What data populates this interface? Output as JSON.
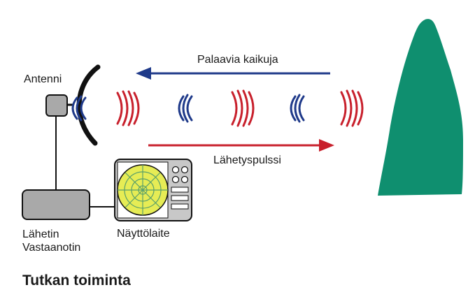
{
  "labels": {
    "antenna": "Antenni",
    "echo": "Palaavia kaikuja",
    "pulse": "Lähetyspulssi",
    "transmitter": "Lähetin",
    "receiver": "Vastaanotin",
    "display": "Näyttölaite"
  },
  "caption": "Tutkan toiminta",
  "colors": {
    "target": "#0f8f6f",
    "echo": "#1f3a8a",
    "pulse": "#c8202c",
    "device": "#a9a9a9",
    "screen": "#e6ec55",
    "line": "#1a1a1a"
  }
}
